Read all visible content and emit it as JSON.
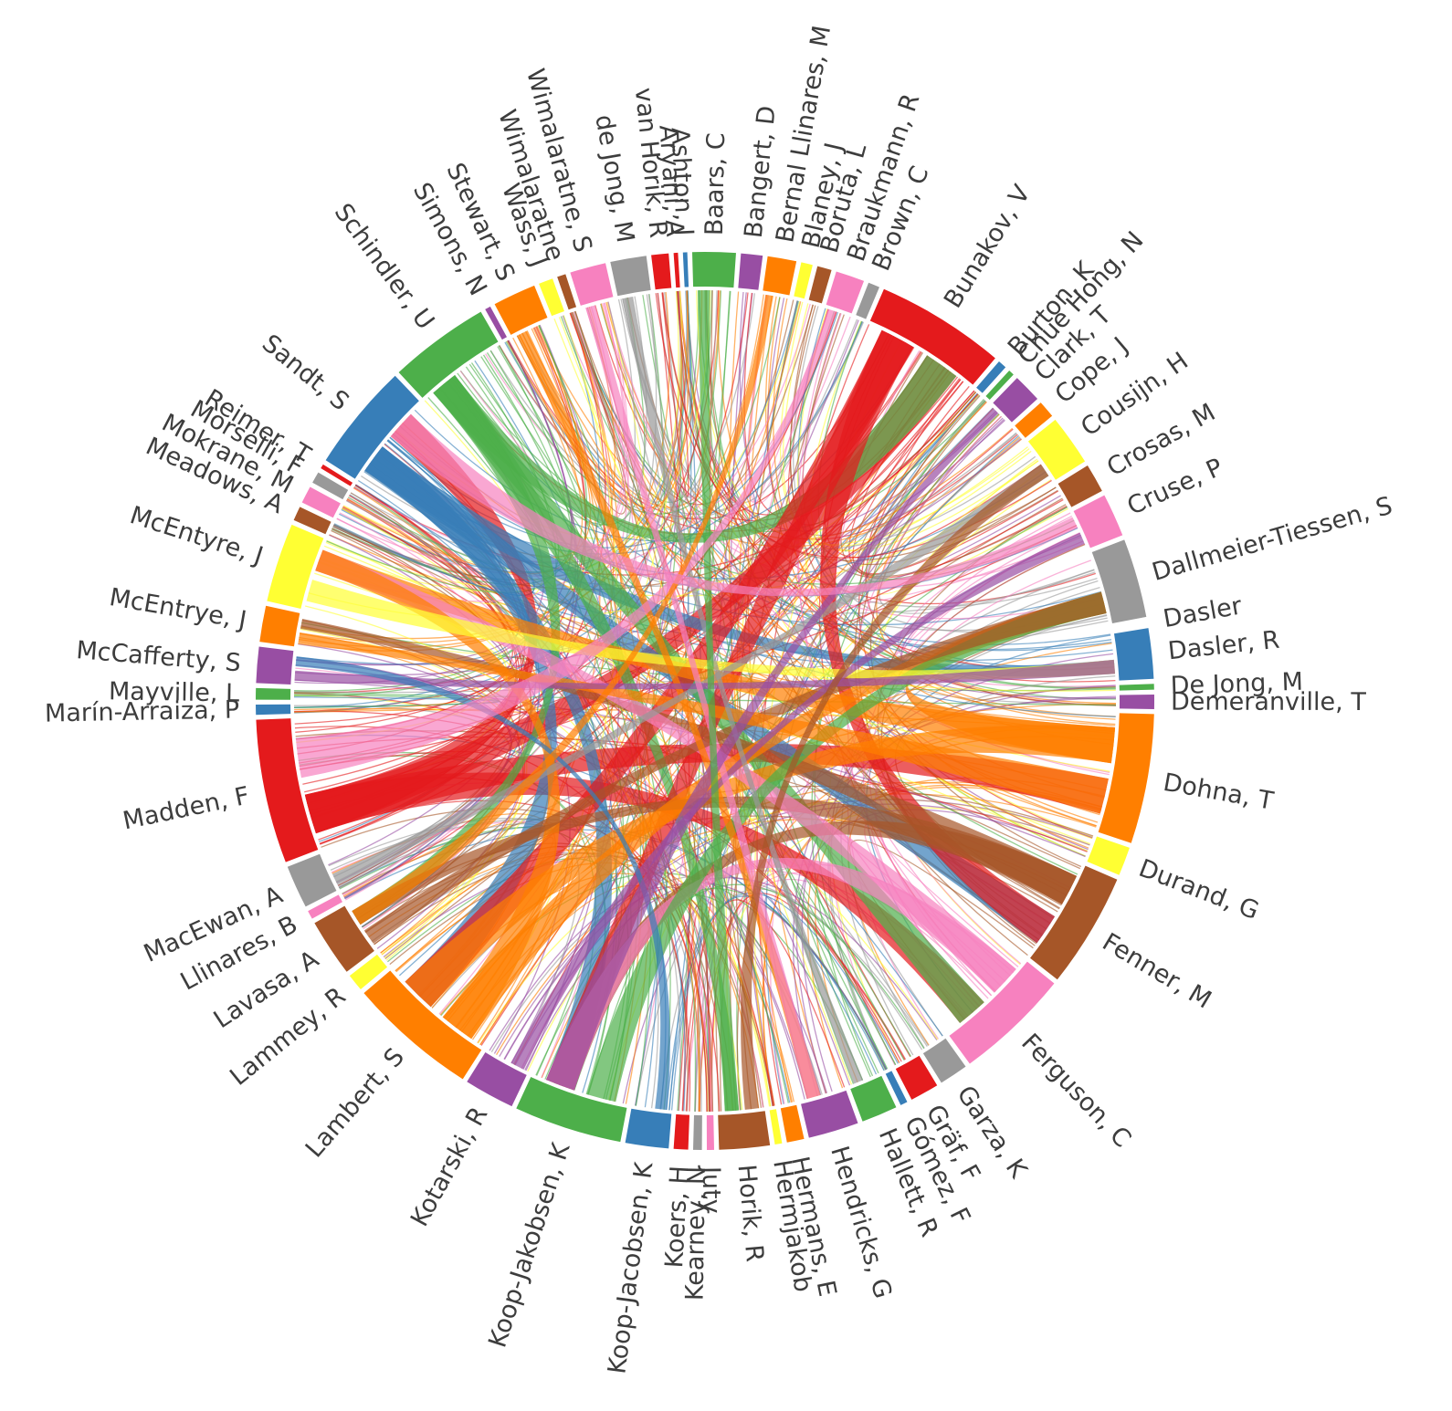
{
  "diagram": {
    "type": "chord",
    "palette": [
      "#e41a1c",
      "#377eb8",
      "#4daf4a",
      "#984ea3",
      "#ff7f00",
      "#ffff33",
      "#a65628",
      "#f781bf",
      "#999999"
    ],
    "nodes": [
      {
        "name": "Aryani, A",
        "weight": 0.3,
        "color": "#e41a1c"
      },
      {
        "name": "Ashton, J",
        "weight": 0.3,
        "color": "#377eb8"
      },
      {
        "name": "Baars, C",
        "weight": 3,
        "color": "#4daf4a"
      },
      {
        "name": "Bangert, D",
        "weight": 1.5,
        "color": "#984ea3"
      },
      {
        "name": "Bernal Llinares, M",
        "weight": 2,
        "color": "#ff7f00"
      },
      {
        "name": "Blaney, J",
        "weight": 0.8,
        "color": "#ffff33"
      },
      {
        "name": "Boruta, L",
        "weight": 1,
        "color": "#a65628"
      },
      {
        "name": "Braukmann, R",
        "weight": 2,
        "color": "#f781bf"
      },
      {
        "name": "Brown, C",
        "weight": 0.8,
        "color": "#999999"
      },
      {
        "name": "Bunakov, V",
        "weight": 9,
        "color": "#e41a1c"
      },
      {
        "name": "Burton, K",
        "weight": 0.6,
        "color": "#377eb8"
      },
      {
        "name": "Chue Hong, N",
        "weight": 0.4,
        "color": "#4daf4a"
      },
      {
        "name": "Clark, T",
        "weight": 2,
        "color": "#984ea3"
      },
      {
        "name": "Cope, J",
        "weight": 1.2,
        "color": "#ff7f00"
      },
      {
        "name": "Cousijn, H",
        "weight": 3.5,
        "color": "#ffff33"
      },
      {
        "name": "Crosas, M",
        "weight": 2,
        "color": "#a65628"
      },
      {
        "name": "Cruse, P",
        "weight": 3,
        "color": "#f781bf"
      },
      {
        "name": "Dallmeier-Tiessen, S",
        "weight": 5.5,
        "color": "#999999"
      },
      {
        "name": "Dasler",
        "weight": 0.1,
        "color": "#ffffff"
      },
      {
        "name": "Dasler, R",
        "weight": 3.5,
        "color": "#377eb8"
      },
      {
        "name": "De Jong, M",
        "weight": 0.4,
        "color": "#4daf4a"
      },
      {
        "name": "Demeranville, T",
        "weight": 1,
        "color": "#984ea3"
      },
      {
        "name": "Dohna, T",
        "weight": 9,
        "color": "#ff7f00"
      },
      {
        "name": "Durand, G",
        "weight": 2,
        "color": "#ffff33"
      },
      {
        "name": "Fenner, M",
        "weight": 8,
        "color": "#a65628"
      },
      {
        "name": "Ferguson, C",
        "weight": 8,
        "color": "#f781bf"
      },
      {
        "name": "Garza, K",
        "weight": 2,
        "color": "#999999"
      },
      {
        "name": "Gräf, F",
        "weight": 2,
        "color": "#e41a1c"
      },
      {
        "name": "Gómez, F",
        "weight": 0.5,
        "color": "#377eb8"
      },
      {
        "name": "Hallett, R",
        "weight": 2.5,
        "color": "#4daf4a"
      },
      {
        "name": "Hendricks, G",
        "weight": 3.5,
        "color": "#984ea3"
      },
      {
        "name": "Hermans, E",
        "weight": 1.2,
        "color": "#ff7f00"
      },
      {
        "name": "Hermjakob",
        "weight": 0.5,
        "color": "#ffff33"
      },
      {
        "name": "Horik, R",
        "weight": 3.5,
        "color": "#a65628"
      },
      {
        "name": "Juty",
        "weight": 0.5,
        "color": "#f781bf"
      },
      {
        "name": "Kearney, N",
        "weight": 0.6,
        "color": "#999999"
      },
      {
        "name": "Koers, H",
        "weight": 1,
        "color": "#e41a1c"
      },
      {
        "name": "Koop-Jacobsen, K",
        "weight": 3,
        "color": "#377eb8"
      },
      {
        "name": "Koop-Jakobsen, K",
        "weight": 7.5,
        "color": "#4daf4a"
      },
      {
        "name": "Kotarski, R",
        "weight": 3.5,
        "color": "#984ea3"
      },
      {
        "name": "Lambert, S",
        "weight": 9,
        "color": "#ff7f00"
      },
      {
        "name": "Lammey, R",
        "weight": 1.2,
        "color": "#ffff33"
      },
      {
        "name": "Lavasa, A",
        "weight": 4,
        "color": "#a65628"
      },
      {
        "name": "Llinares, B",
        "weight": 0.6,
        "color": "#f781bf"
      },
      {
        "name": "MacEwan, A",
        "weight": 3,
        "color": "#999999"
      },
      {
        "name": "Madden, F",
        "weight": 10,
        "color": "#e41a1c"
      },
      {
        "name": "Marín-Arraiza, P",
        "weight": 0.7,
        "color": "#377eb8"
      },
      {
        "name": "Mayville, L",
        "weight": 0.8,
        "color": "#4daf4a"
      },
      {
        "name": "McCafferty, S",
        "weight": 2.5,
        "color": "#984ea3"
      },
      {
        "name": "McEntrye, J",
        "weight": 2.5,
        "color": "#ff7f00"
      },
      {
        "name": "McEntyre, J",
        "weight": 5.5,
        "color": "#ffff33"
      },
      {
        "name": "Meadows, A",
        "weight": 1,
        "color": "#a65628"
      },
      {
        "name": "Mokrane, M",
        "weight": 1.2,
        "color": "#f781bf"
      },
      {
        "name": "Morselli, F",
        "weight": 0.8,
        "color": "#999999"
      },
      {
        "name": "Reimer, T",
        "weight": 0.3,
        "color": "#e41a1c"
      },
      {
        "name": "Sandt, S",
        "weight": 7.5,
        "color": "#377eb8"
      },
      {
        "name": "Schindler, U",
        "weight": 7,
        "color": "#4daf4a"
      },
      {
        "name": "Simons, N",
        "weight": 0.4,
        "color": "#984ea3"
      },
      {
        "name": "Stewart, S",
        "weight": 3,
        "color": "#ff7f00"
      },
      {
        "name": "Wass, J",
        "weight": 1,
        "color": "#ffff33"
      },
      {
        "name": "Wimalaratne",
        "weight": 0.6,
        "color": "#a65628"
      },
      {
        "name": "Wimalaratne, S",
        "weight": 2.5,
        "color": "#f781bf"
      },
      {
        "name": "de Jong, M",
        "weight": 2.5,
        "color": "#999999"
      },
      {
        "name": "van Horik, R",
        "weight": 1.2,
        "color": "#e41a1c"
      }
    ],
    "major_links": [
      [
        45,
        9
      ],
      [
        45,
        22
      ],
      [
        45,
        25
      ],
      [
        45,
        55
      ],
      [
        55,
        24
      ],
      [
        55,
        38
      ],
      [
        55,
        19
      ],
      [
        55,
        40
      ],
      [
        56,
        25
      ],
      [
        56,
        33
      ],
      [
        56,
        9
      ],
      [
        56,
        42
      ],
      [
        9,
        40
      ],
      [
        9,
        38
      ],
      [
        9,
        24
      ],
      [
        22,
        50
      ],
      [
        22,
        40
      ],
      [
        22,
        17
      ],
      [
        24,
        42
      ],
      [
        24,
        38
      ],
      [
        24,
        49
      ],
      [
        25,
        50
      ],
      [
        25,
        38
      ],
      [
        40,
        50
      ],
      [
        40,
        17
      ],
      [
        38,
        17
      ],
      [
        42,
        17
      ],
      [
        50,
        19
      ],
      [
        49,
        22
      ],
      [
        58,
        30
      ],
      [
        39,
        16
      ],
      [
        44,
        14
      ],
      [
        48,
        19
      ],
      [
        61,
        30
      ],
      [
        62,
        29
      ],
      [
        33,
        14
      ],
      [
        37,
        48
      ],
      [
        12,
        38
      ],
      [
        2,
        33
      ],
      [
        7,
        45
      ],
      [
        4,
        42
      ],
      [
        16,
        55
      ]
    ]
  }
}
